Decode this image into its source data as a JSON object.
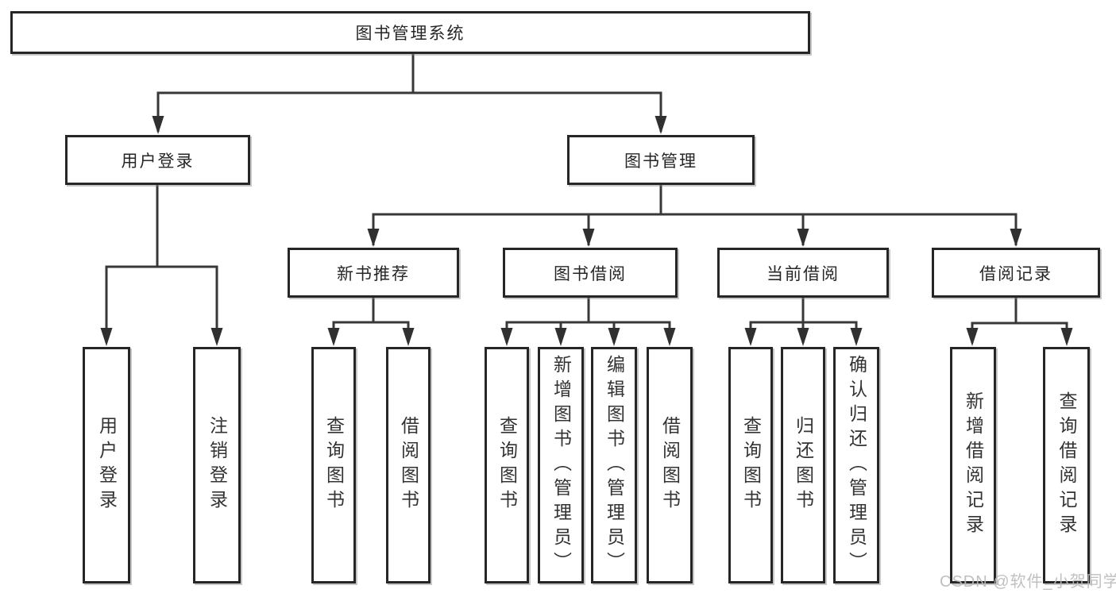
{
  "diagram": {
    "root_label": "图书管理系统",
    "user_login": {
      "label": "用户登录",
      "children": [
        {
          "label": "用户登录"
        },
        {
          "label": "注销登录"
        }
      ]
    },
    "book_management": {
      "label": "图书管理",
      "sections": [
        {
          "label": "新书推荐",
          "children": [
            {
              "label": "查询图书"
            },
            {
              "label": "借阅图书"
            }
          ]
        },
        {
          "label": "图书借阅",
          "children": [
            {
              "label": "查询图书"
            },
            {
              "label": "新增图书（管理员）"
            },
            {
              "label": "编辑图书（管理员）"
            },
            {
              "label": "借阅图书"
            }
          ]
        },
        {
          "label": "当前借阅",
          "children": [
            {
              "label": "查询图书"
            },
            {
              "label": "归还图书"
            },
            {
              "label": "确认归还（管理员）"
            }
          ]
        },
        {
          "label": "借阅记录",
          "children": [
            {
              "label": "新增借阅记录"
            },
            {
              "label": "查询借阅记录"
            }
          ]
        }
      ]
    }
  },
  "watermark": {
    "text": "CSDN @软件_小贺同学"
  },
  "colors": {
    "background": "#ffffff",
    "line": "#383838",
    "arrow": "#303030",
    "box_border": "#262626",
    "box_text": "#333333",
    "watermark": "#b9b9b9"
  }
}
